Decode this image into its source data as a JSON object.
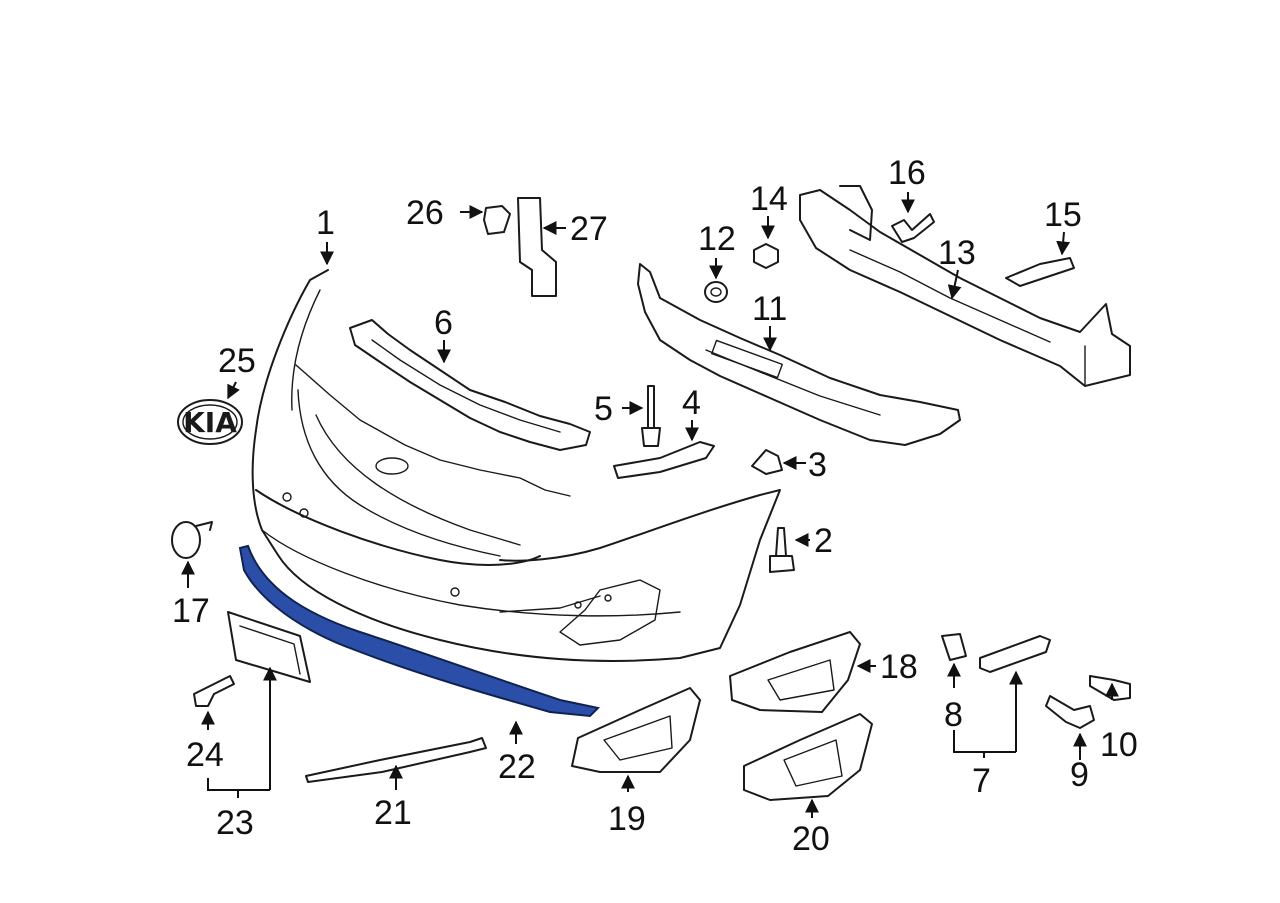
{
  "callouts": {
    "c1": "1",
    "c2": "2",
    "c3": "3",
    "c4": "4",
    "c5": "5",
    "c6": "6",
    "c7": "7",
    "c8": "8",
    "c9": "9",
    "c10": "10",
    "c11": "11",
    "c12": "12",
    "c13": "13",
    "c14": "14",
    "c15": "15",
    "c16": "16",
    "c17": "17",
    "c18": "18",
    "c19": "19",
    "c20": "20",
    "c21": "21",
    "c22": "22",
    "c23": "23",
    "c24": "24",
    "c25": "25",
    "c26": "26",
    "c27": "27"
  },
  "emblem_text": "KIA",
  "colors": {
    "highlight": "#2b4fa8",
    "line": "#1a1a1a",
    "background": "#ffffff"
  }
}
